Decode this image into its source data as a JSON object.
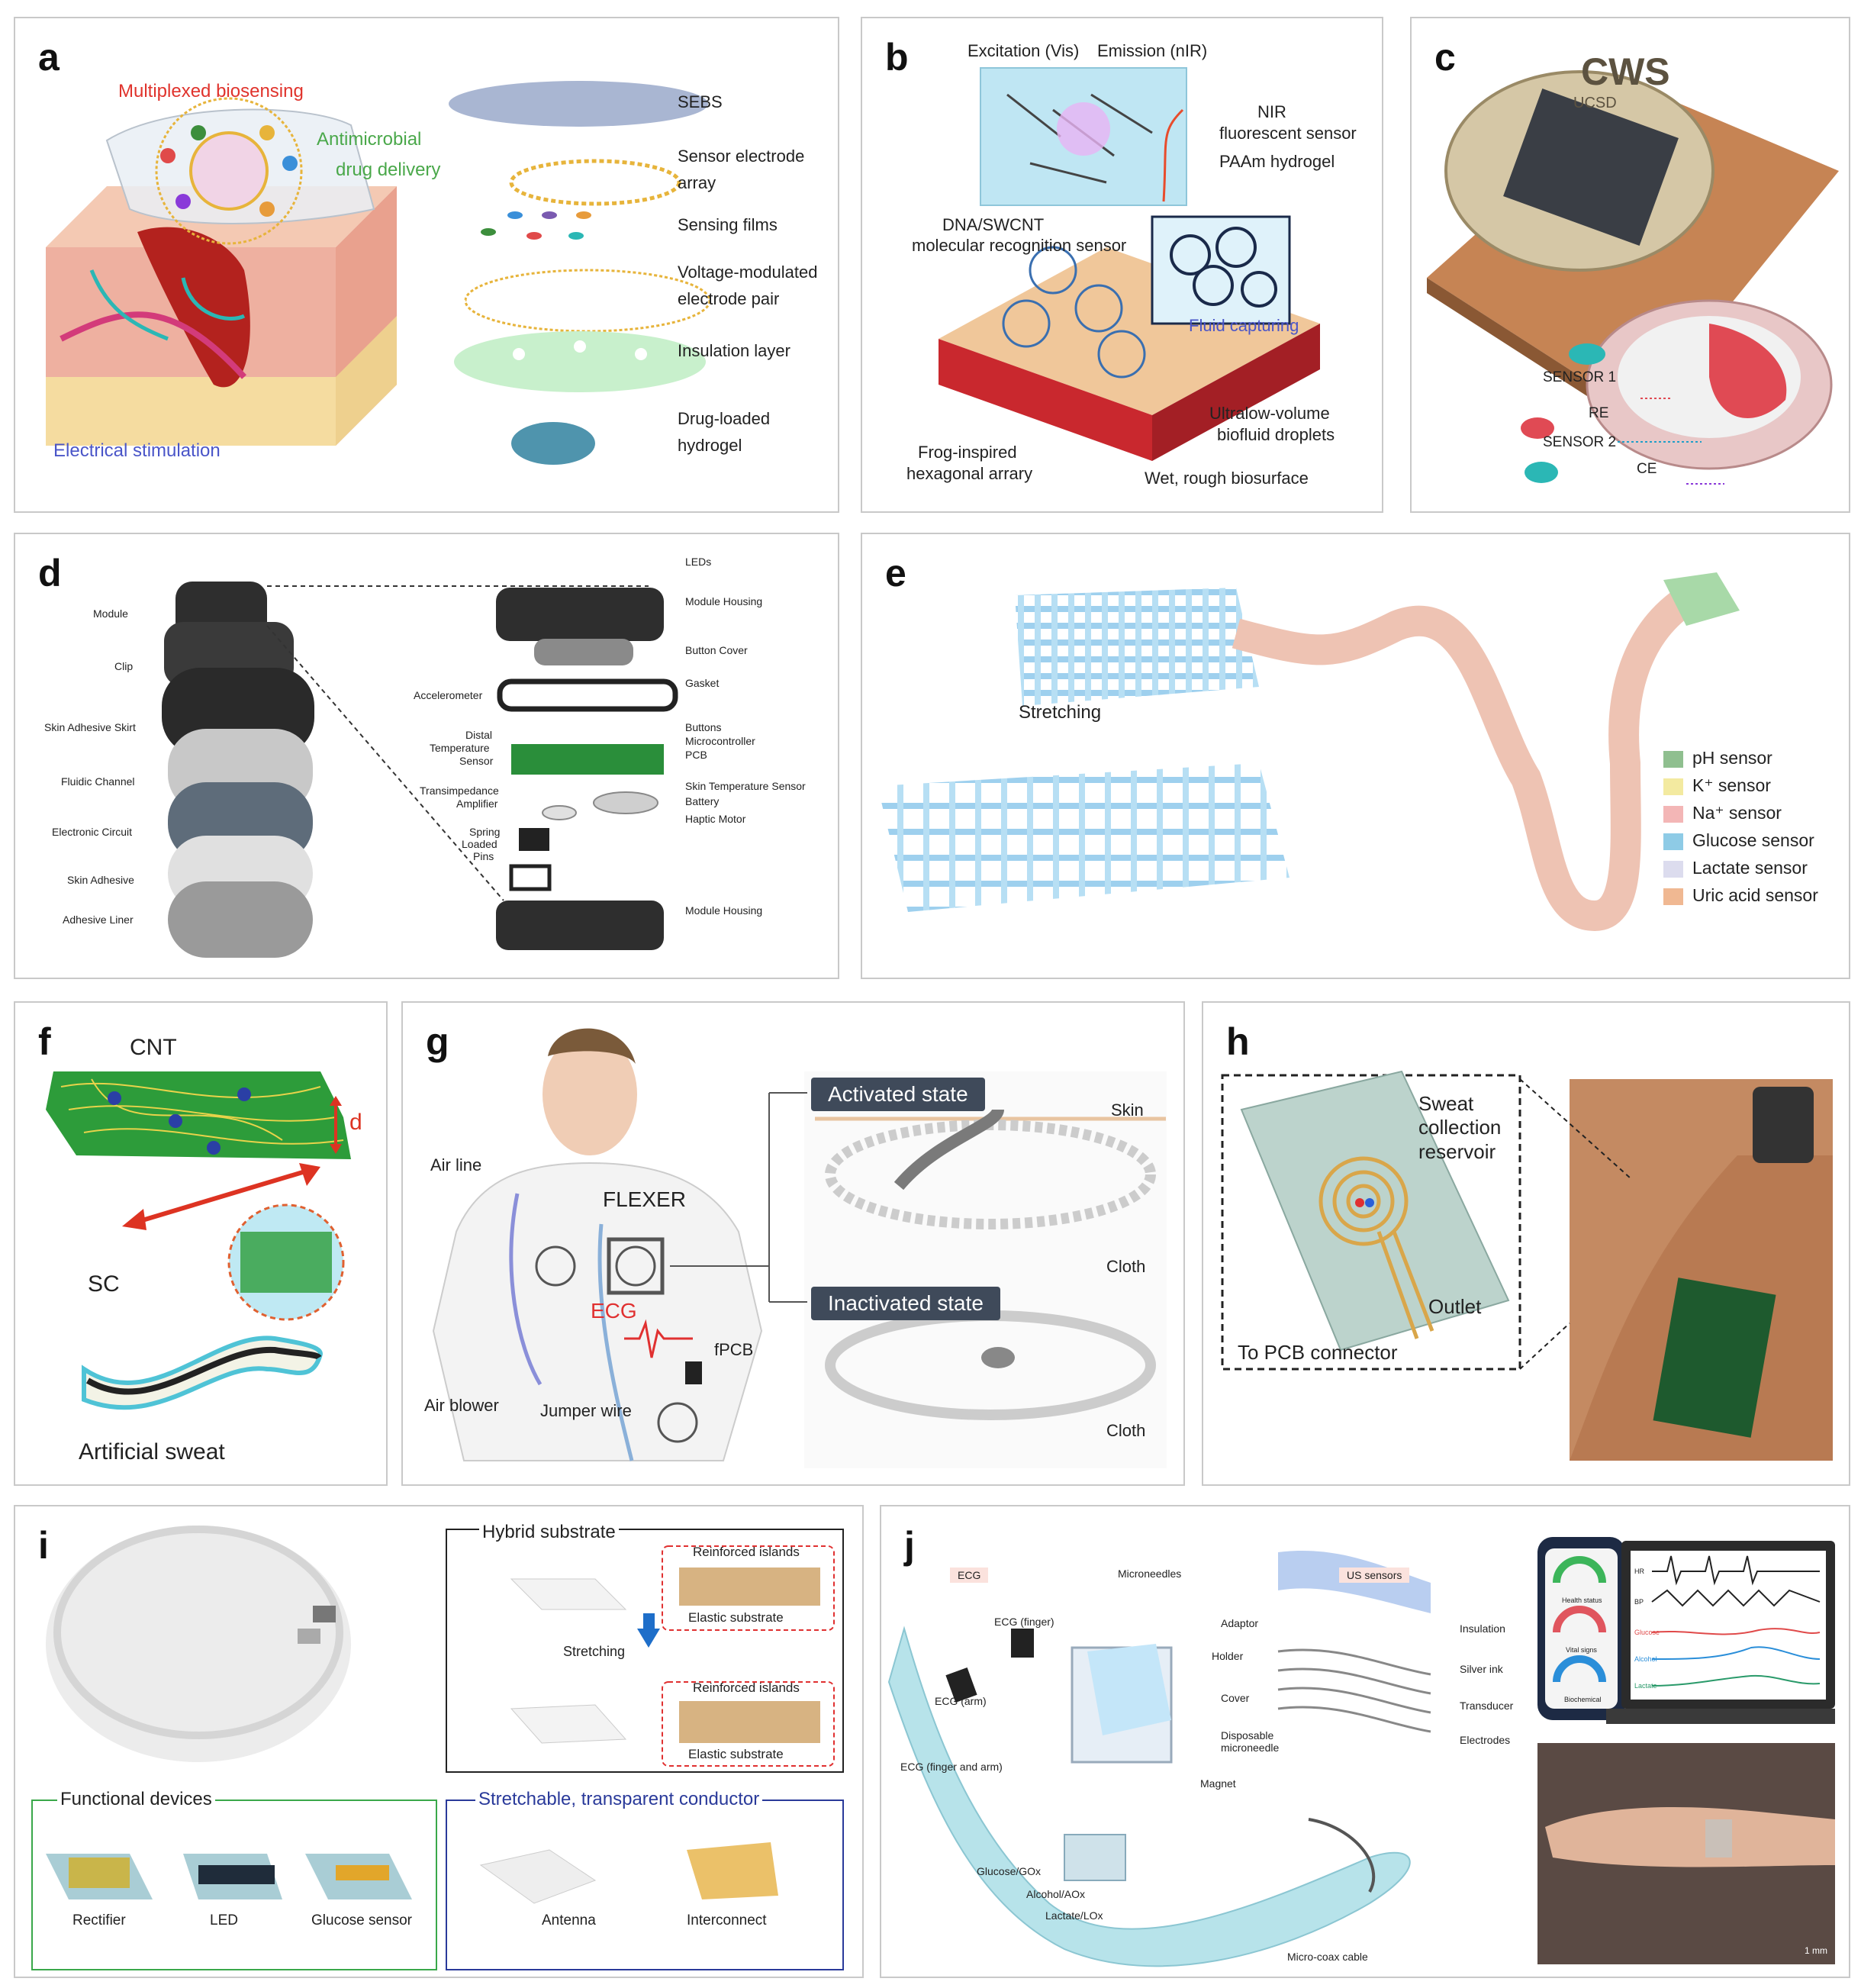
{
  "panels": {
    "a": {
      "label": "a",
      "multiplexed": "Multiplexed biosensing",
      "antimicrobial": "Antimicrobial",
      "drug_delivery": "drug delivery",
      "electrical": "Electrical stimulation",
      "layers": [
        "SEBS",
        "Sensor electrode",
        "array",
        "Sensing films",
        "Voltage-modulated",
        "electrode pair",
        "Insulation layer",
        "Drug-loaded",
        "hydrogel"
      ]
    },
    "b": {
      "label": "b",
      "excitation": "Excitation (Vis)",
      "emission": "Emission (nIR)",
      "nir1": "NIR",
      "nir2": "fluorescent sensor",
      "paam": "PAAm hydrogel",
      "dna1": "DNA/SWCNT",
      "dna2": "molecular recognition sensor",
      "fluid": "Fluid capturing",
      "frog1": "Frog-inspired",
      "frog2": "hexagonal arrary",
      "ultra1": "Ultralow-volume",
      "ultra2": "biofluid droplets",
      "wet": "Wet, rough biosurface"
    },
    "c": {
      "label": "c",
      "sensor1": "SENSOR 1",
      "re": "RE",
      "sensor2": "SENSOR 2",
      "ce": "CE",
      "cws": "CWS",
      "ucsd": "UCSD"
    },
    "d": {
      "label": "d",
      "left": [
        "Module",
        "Clip",
        "Skin Adhesive Skirt",
        "Fluidic Channel",
        "Electronic Circuit",
        "Skin Adhesive",
        "Adhesive Liner"
      ],
      "right": [
        "LEDs",
        "Module Housing",
        "Button Cover",
        "Gasket",
        "Buttons",
        "Microcontroller",
        "PCB",
        "Skin Temperature Sensor",
        "Battery",
        "Haptic Motor",
        "Module Housing"
      ],
      "mid": [
        "Accelerometer",
        "Distal",
        "Temperature",
        "Sensor",
        "Transimpedance",
        "Amplifier",
        "Spring",
        "Loaded",
        "Pins"
      ]
    },
    "e": {
      "label": "e",
      "stretching": "Stretching",
      "legend": [
        {
          "name": "pH sensor",
          "color": "#8fbf8f"
        },
        {
          "name": "K⁺ sensor",
          "color": "#f3eaa0"
        },
        {
          "name": "Na⁺ sensor",
          "color": "#f3b6b6"
        },
        {
          "name": "Glucose sensor",
          "color": "#8ecbe6"
        },
        {
          "name": "Lactate sensor",
          "color": "#dcdcee"
        },
        {
          "name": "Uric acid sensor",
          "color": "#f0b892"
        }
      ]
    },
    "f": {
      "label": "f",
      "cnt": "CNT",
      "d": "d",
      "sc": "SC",
      "sweat": "Artificial sweat"
    },
    "g": {
      "label": "g",
      "activated": "Activated state",
      "inactivated": "Inactivated state",
      "skin": "Skin",
      "cloth1": "Cloth",
      "cloth2": "Cloth",
      "airline": "Air line",
      "flexer": "FLEXER",
      "ecg": "ECG",
      "fpcb": "fPCB",
      "blower": "Air blower",
      "jumper": "Jumper wire"
    },
    "h": {
      "label": "h",
      "sweat1": "Sweat",
      "sweat2": "collection",
      "sweat3": "reservoir",
      "outlet": "Outlet",
      "pcb": "To PCB connector"
    },
    "i": {
      "label": "i",
      "hybrid": "Hybrid substrate",
      "reinforced1": "Reinforced islands",
      "elastic1": "Elastic substrate",
      "stretching": "Stretching",
      "reinforced2": "Reinforced islands",
      "elastic2": "Elastic substrate",
      "functional": "Functional devices",
      "devices": [
        "Rectifier",
        "LED",
        "Glucose sensor"
      ],
      "conductor": "Stretchable, transparent conductor",
      "conductor_items": [
        "Antenna",
        "Interconnect"
      ]
    },
    "j": {
      "label": "j",
      "headers": [
        "ECG",
        "Microneedles",
        "US sensors"
      ],
      "left": [
        "ECG (finger)",
        "ECG (arm)",
        "ECG (finger and arm)",
        "Glucose/GOx",
        "Alcohol/AOx",
        "Lactate/LOx"
      ],
      "mid": [
        "Adaptor",
        "Holder",
        "Cover",
        "Disposable",
        "microneedle",
        "Magnet"
      ],
      "right": [
        "Insulation",
        "Silver ink",
        "Transducer",
        "Electrodes"
      ],
      "cable": "Micro-coax cable",
      "watch": [
        "Health status",
        "Vital signs",
        "Biochemical"
      ],
      "screen": [
        "HR",
        "BP",
        "Glucose",
        "Alcohol",
        "Lactate"
      ],
      "scale": "1 mm"
    }
  }
}
